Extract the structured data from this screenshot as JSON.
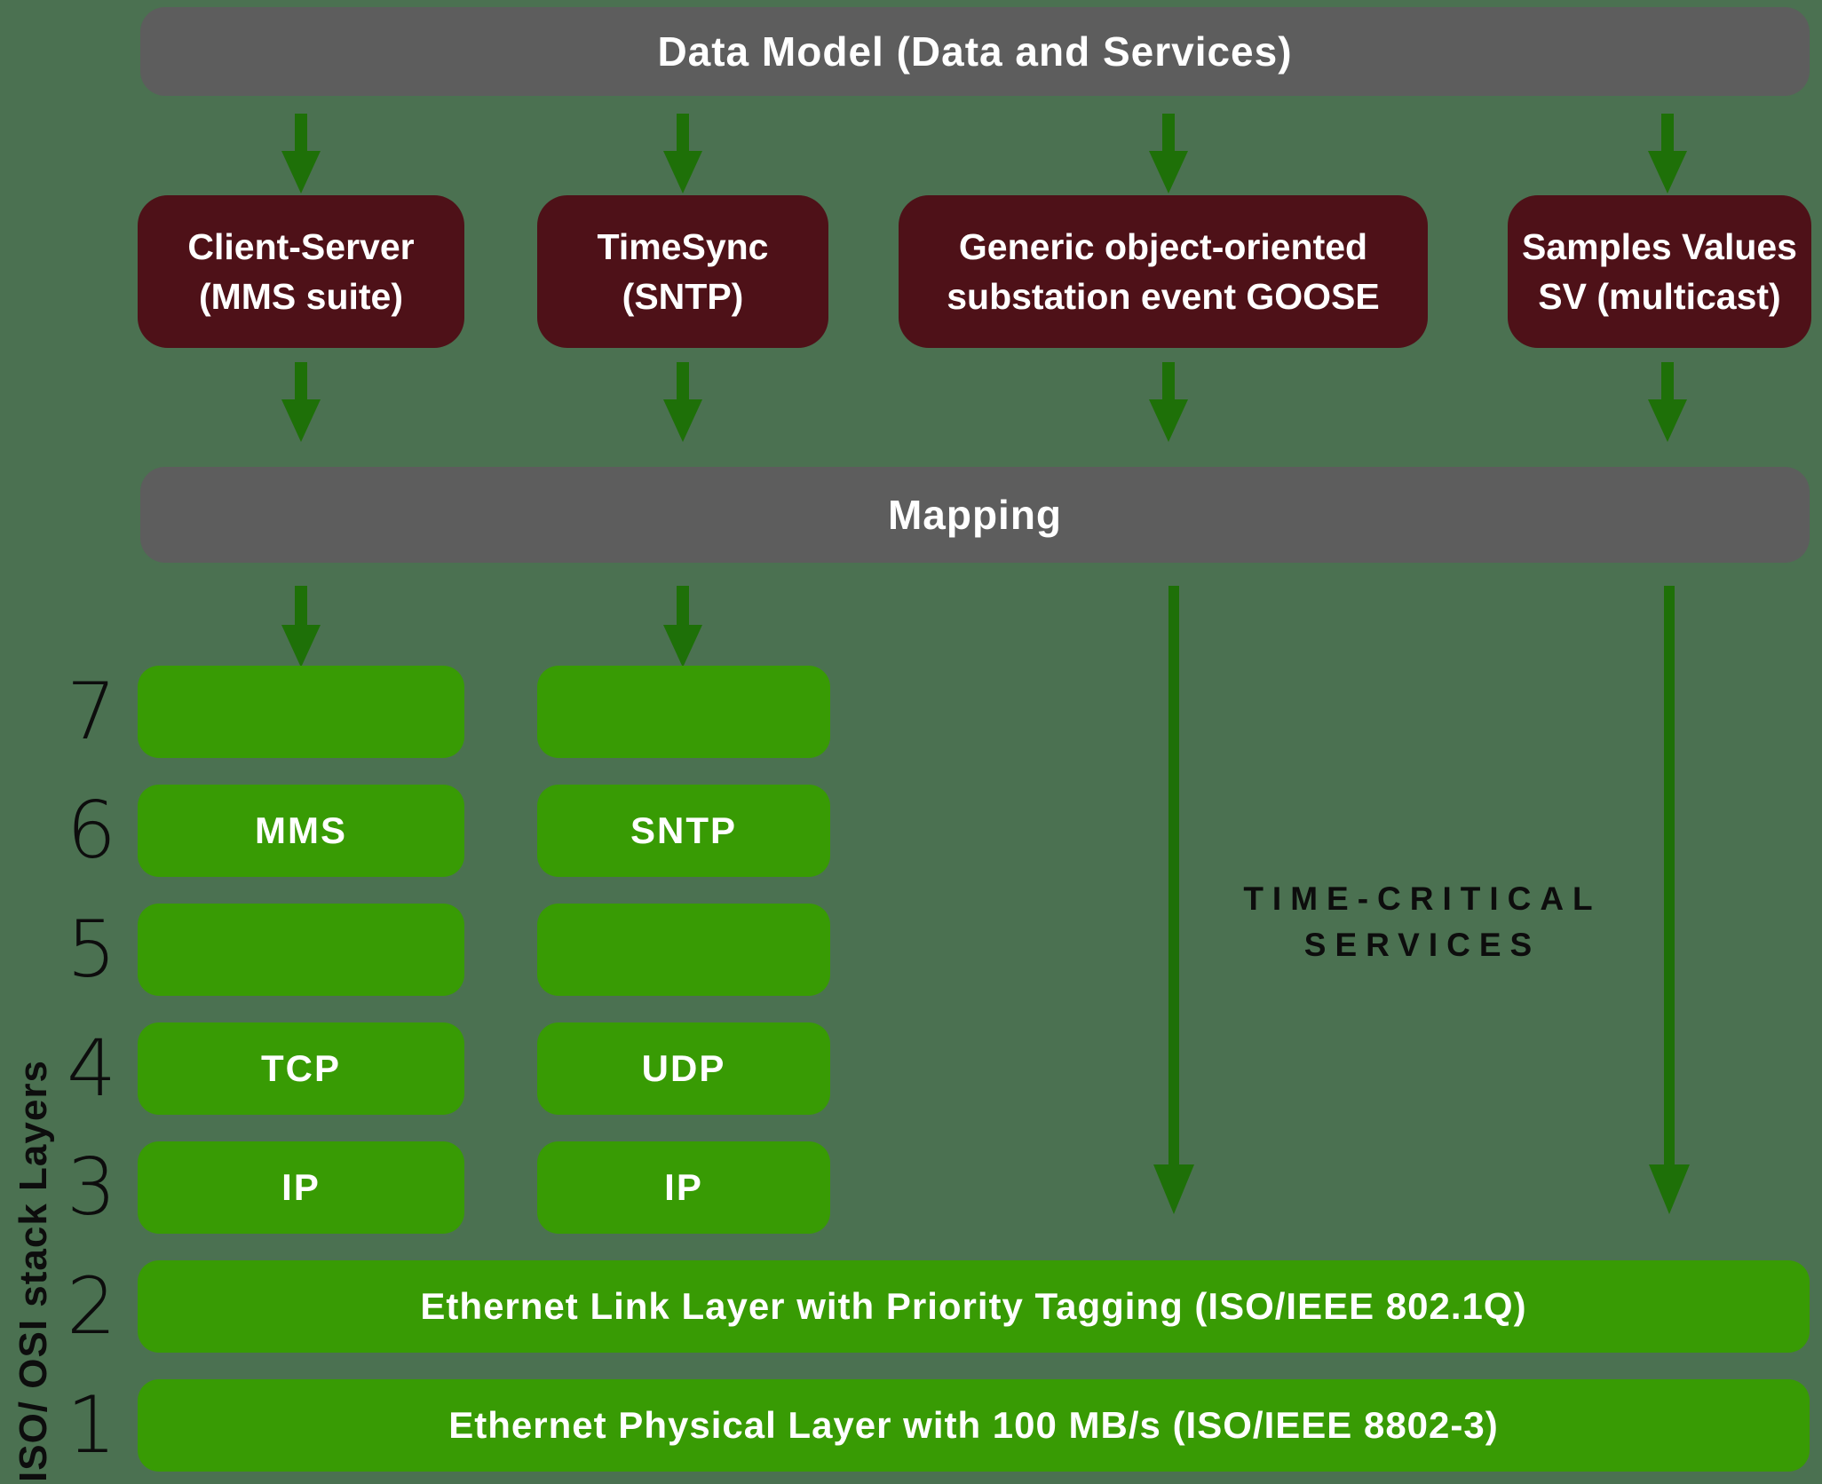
{
  "colors": {
    "background": "#4b7151",
    "bar_gray": "#5d5d5d",
    "box_maroon": "#4e1118",
    "box_green": "#389b04",
    "arrow_green": "#1e7008",
    "text_light": "#ffffff",
    "text_dark": "#0d0d0d"
  },
  "header": {
    "title": "Data Model (Data and Services)"
  },
  "mapping": {
    "label": "Mapping"
  },
  "services": [
    {
      "line1": "Client-Server",
      "line2": "(MMS suite)"
    },
    {
      "line1": "TimeSync",
      "line2": "(SNTP)"
    },
    {
      "line1": "Generic object-oriented",
      "line2": "substation event GOOSE"
    },
    {
      "line1": "Samples Values",
      "line2": "SV (multicast)"
    }
  ],
  "annotation": {
    "line1": "TIME-CRITICAL",
    "line2": "SERVICES"
  },
  "stack": {
    "side_label": "ISO/ OSI stack Layers",
    "rows": [
      {
        "number": "7",
        "col_a": "",
        "col_b": ""
      },
      {
        "number": "6",
        "col_a": "MMS",
        "col_b": "SNTP"
      },
      {
        "number": "5",
        "col_a": "",
        "col_b": ""
      },
      {
        "number": "4",
        "col_a": "TCP",
        "col_b": "UDP"
      },
      {
        "number": "3",
        "col_a": "IP",
        "col_b": "IP"
      },
      {
        "number": "2",
        "full": "Ethernet Link Layer with Priority Tagging (ISO/IEEE 802.1Q)"
      },
      {
        "number": "1",
        "full": "Ethernet Physical Layer with 100 MB/s (ISO/IEEE 8802-3)"
      }
    ]
  }
}
